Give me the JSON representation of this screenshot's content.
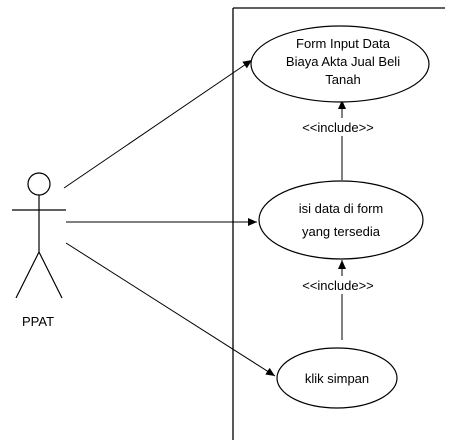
{
  "diagram": {
    "actor": {
      "name": "PPAT"
    },
    "use_cases": [
      {
        "id": "form-input",
        "lines": [
          "Form Input Data",
          "Biaya Akta Jual Beli",
          "Tanah"
        ]
      },
      {
        "id": "isi-data",
        "lines": [
          "isi data di form",
          "yang tersedia"
        ]
      },
      {
        "id": "klik-simpan",
        "lines": [
          "klik simpan"
        ]
      }
    ],
    "relations": [
      {
        "type": "include",
        "label": "<<include>>"
      },
      {
        "type": "include",
        "label": "<<include>>"
      }
    ]
  }
}
